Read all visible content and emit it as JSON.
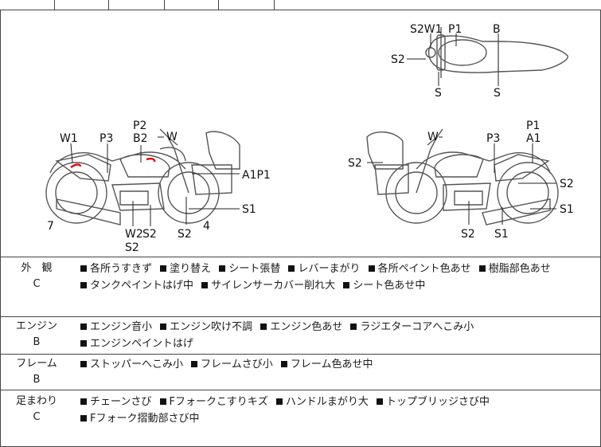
{
  "top_strip_text": "",
  "diagram": {
    "top_view_labels": [
      "S2W1",
      "P1",
      "B",
      "S2",
      "S",
      "S"
    ],
    "left_view_labels": [
      "P2",
      "W1",
      "P3",
      "B2",
      "W",
      "A1P1",
      "S1",
      "7",
      "W2",
      "S2",
      "S2",
      "S2",
      "4"
    ],
    "right_view_labels": [
      "P1",
      "W",
      "P3",
      "A1",
      "S2",
      "S2",
      "S1",
      "S2",
      "S1"
    ]
  },
  "rows": [
    {
      "category": "外　観",
      "grade": "C",
      "items": [
        "各所うすきず",
        "塗り替え",
        "シート張替",
        "レバーまがり",
        "各所ペイント色あせ",
        "樹脂部色あせ",
        "タンクペイントはげ中",
        "サイレンサーカバー削れ大",
        "シート色あせ中"
      ]
    },
    {
      "category": "エンジン",
      "grade": "B",
      "items": [
        "エンジン音小",
        "エンジン吹け不調",
        "エンジン色あせ",
        "ラジエターコアへこみ小",
        "エンジンペイントはげ"
      ]
    },
    {
      "category": "フレーム",
      "grade": "B",
      "items": [
        "ストッパーへこみ小",
        "フレームさび小",
        "フレーム色あせ中"
      ]
    },
    {
      "category": "足まわり",
      "grade": "C",
      "items": [
        "チェーンさび",
        "Fフォークこすりキズ",
        "ハンドルまがり大",
        "トップブリッジさび中",
        "Fフォーク摺動部さび中"
      ]
    }
  ]
}
